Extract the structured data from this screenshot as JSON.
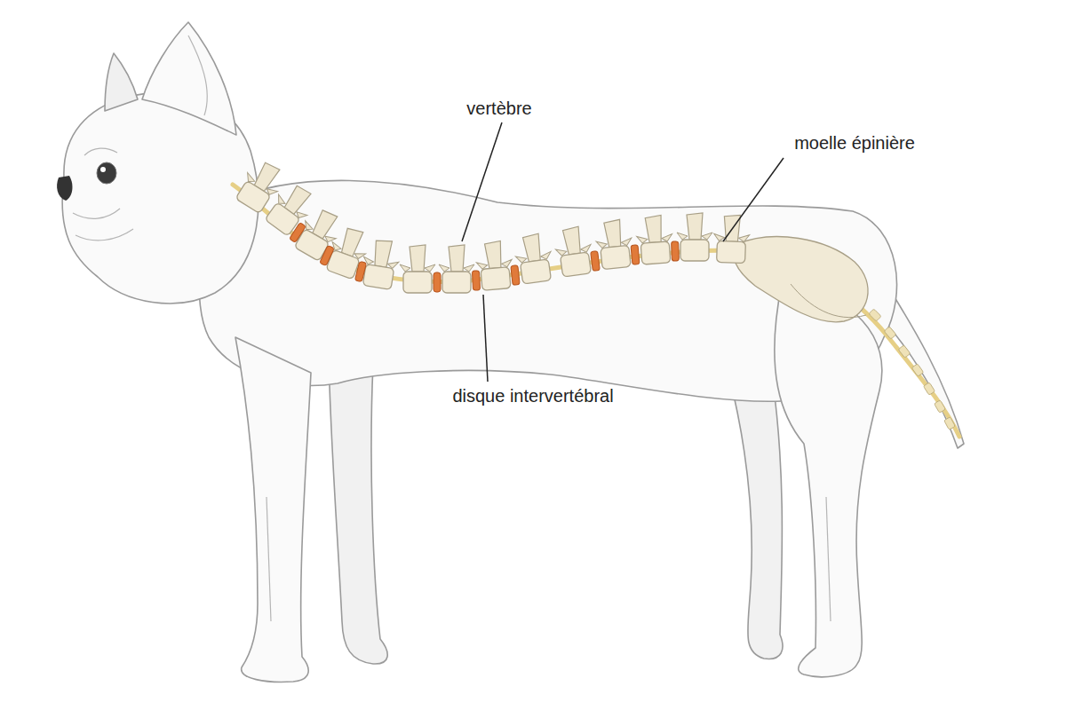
{
  "diagram": {
    "labels": [
      "vertèbre",
      "moelle épinière",
      "disque intervertébral"
    ]
  }
}
